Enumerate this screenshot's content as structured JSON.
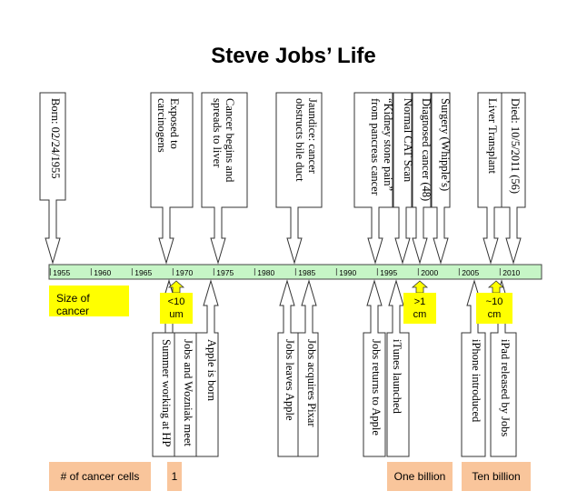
{
  "title": "Steve Jobs’ Life",
  "timeline": {
    "years": [
      "1955",
      "1960",
      "1965",
      "1970",
      "1975",
      "1980",
      "1985",
      "1990",
      "1995",
      "2000",
      "2005",
      "2010"
    ],
    "fill_color": "#c6f5c6"
  },
  "upper_events": [
    {
      "text": "Born: 02/24/1955"
    },
    {
      "text": "Exposed to\ncarcinogens"
    },
    {
      "text": "Cancer begins and\nspreads to liver"
    },
    {
      "text": "Jaundice: cancer\nobstructs bile duct"
    },
    {
      "text": "“Kidney stone pain”\nfrom pancreas cancer"
    },
    {
      "text": "Normal CAT Scan"
    },
    {
      "text": "Diagnosed cancer (48)"
    },
    {
      "text": "Surgery (Whipple’s)"
    },
    {
      "text": "Liver Transplant"
    },
    {
      "text": "Died: 10/5/2011 (56)"
    }
  ],
  "lower_events": [
    {
      "text": "Summer working at HP"
    },
    {
      "text": "Jobs and Wozniak meet"
    },
    {
      "text": "Apple is born"
    },
    {
      "text": "Jobs leaves Apple"
    },
    {
      "text": "Jobs acquires Pixar"
    },
    {
      "text": "Jobs returns to Apple"
    },
    {
      "text": "iTunes launched"
    },
    {
      "text": "iPhone introduced"
    },
    {
      "text": "iPad released by Jobs"
    }
  ],
  "size_of_cancer": {
    "label": "Size of cancer",
    "markers": [
      {
        "line1": "<10",
        "line2": "um"
      },
      {
        "line1": ">1",
        "line2": "cm"
      },
      {
        "line1": "~10",
        "line2": "cm"
      }
    ]
  },
  "cancer_cells": {
    "label": "# of cancer cells",
    "values": [
      "1",
      "One billion",
      "Ten billion"
    ]
  },
  "colors": {
    "timeline": "#c6f5c6",
    "size_tag": "#ffff00",
    "cells_tag": "#f9c59b"
  }
}
